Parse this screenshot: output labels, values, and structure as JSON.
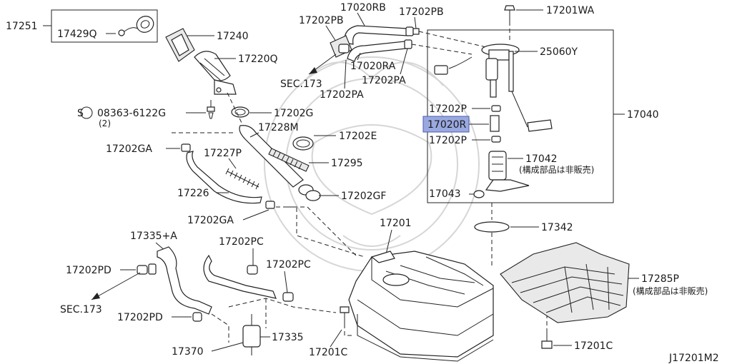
{
  "diagram_id": "J17201M2",
  "labels": {
    "p17251": "17251",
    "p17429q": "17429Q",
    "p17240": "17240",
    "p17220q": "17220Q",
    "p17020rb": "17020RB",
    "p17202pb_top": "17202PB",
    "p17201wa": "17201WA",
    "p17202pb_left": "17202PB",
    "p25060y": "25060Y",
    "sec173_top": "SEC.173",
    "p17020ra": "17020RA",
    "p17202pa_r": "17202PA",
    "p17202pa_l": "17202PA",
    "p08363": "08363-6122G",
    "p08363_qty": "(2)",
    "p17202g": "17202G",
    "p17202p_1": "17202P",
    "p17020r": "17020R",
    "p17040": "17040",
    "p17228m": "17228M",
    "p17202e": "17202E",
    "p17202p_2": "17202P",
    "p17202ga_1": "17202GA",
    "p17227p": "17227P",
    "p17295": "17295",
    "p17042": "17042",
    "p17042_note": "(構成部品は非販売)",
    "p17226": "17226",
    "p17202gf": "17202GF",
    "p17043": "17043",
    "p17202ga_2": "17202GA",
    "p17201": "17201",
    "p17342": "17342",
    "p17335a": "17335+A",
    "p17202pc_1": "17202PC",
    "p17202pd_1": "17202PD",
    "p17202pc_2": "17202PC",
    "p17285p": "17285P",
    "p17285p_note": "(構成部品は非販売)",
    "sec173_bot": "SEC.173",
    "p17202pd_2": "17202PD",
    "p17335": "17335",
    "p17370": "17370",
    "p17201c_1": "17201C",
    "p17201c_2": "17201C",
    "circle_s": "S"
  },
  "highlight": {
    "part": "17020R",
    "color": "#9aa8e0"
  }
}
